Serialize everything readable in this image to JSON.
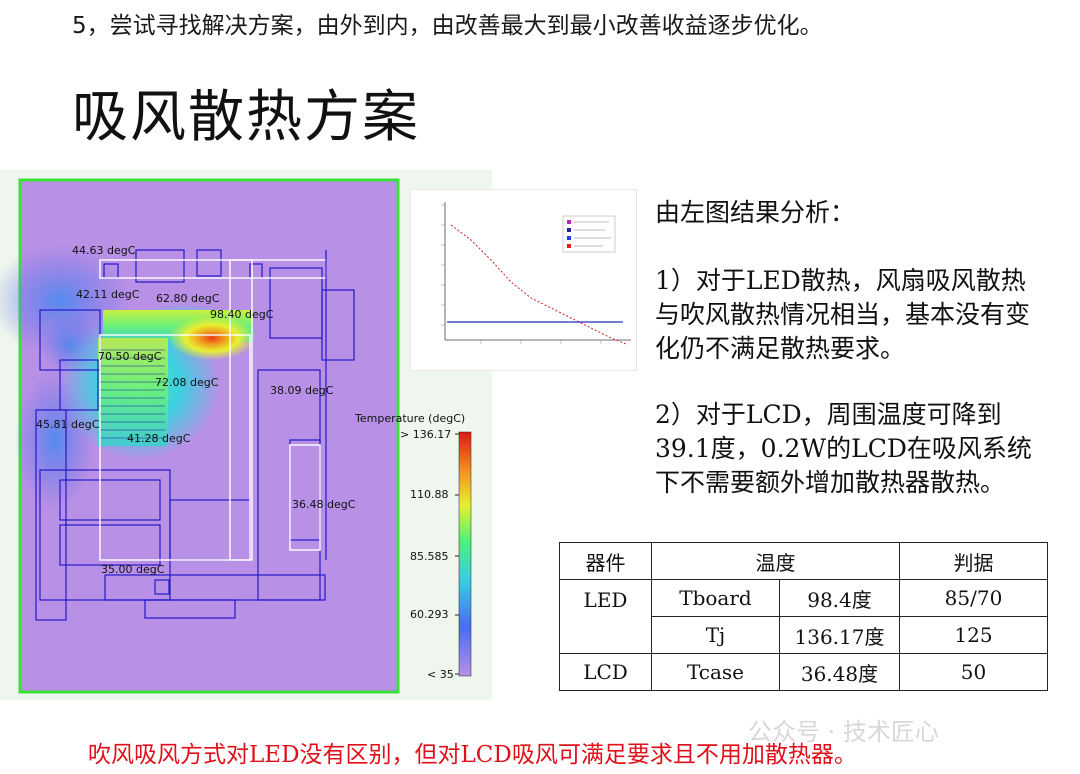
{
  "step_text": "5，尝试寻找解决方案，由外到内，由改善最大到最小改善收益逐步优化。",
  "page_title": "吸风散热方案",
  "thermal_map": {
    "probe_labels": [
      "44.63 degC",
      "42.11 degC",
      "62.80 degC",
      "98.40 degC",
      "70.50 degC",
      "72.08 degC",
      "38.09 degC",
      "45.81 degC",
      "41.28 degC",
      "36.48 degC",
      "35.00 degC"
    ],
    "legend": {
      "title": "Temperature (degC)",
      "ticks": [
        "> 136.17",
        "110.88",
        "85.585",
        "60.293",
        "< 35"
      ]
    }
  },
  "analysis": {
    "title": "由左图结果分析：",
    "point1": "1）对于LED散热，风扇吸风散热与吹风散热情况相当，基本没有变化仍不满足散热要求。",
    "point2": "2）对于LCD，周围温度可降到39.1度，0.2W的LCD在吸风系统下不需要额外增加散热器散热。"
  },
  "table": {
    "headers": [
      "器件",
      "温度",
      "判据"
    ],
    "rows": [
      {
        "device": "LED",
        "param": "Tboard",
        "temp": "98.4度",
        "criterion": "85/70"
      },
      {
        "param": "Tj",
        "temp": "136.17度",
        "criterion": "125"
      },
      {
        "device": "LCD",
        "param": "Tcase",
        "temp": "36.48度",
        "criterion": "50"
      }
    ]
  },
  "conclusion": "吹风吸风方式对LED没有区别，但对LCD吸风可满足要求且不用加散热器。",
  "watermark": "公众号 · 技术匠心",
  "colors": {
    "conclusion": "#e0101a",
    "map_background": "#b890e6",
    "frame": "#3be03b",
    "outline": "#2418c8"
  }
}
